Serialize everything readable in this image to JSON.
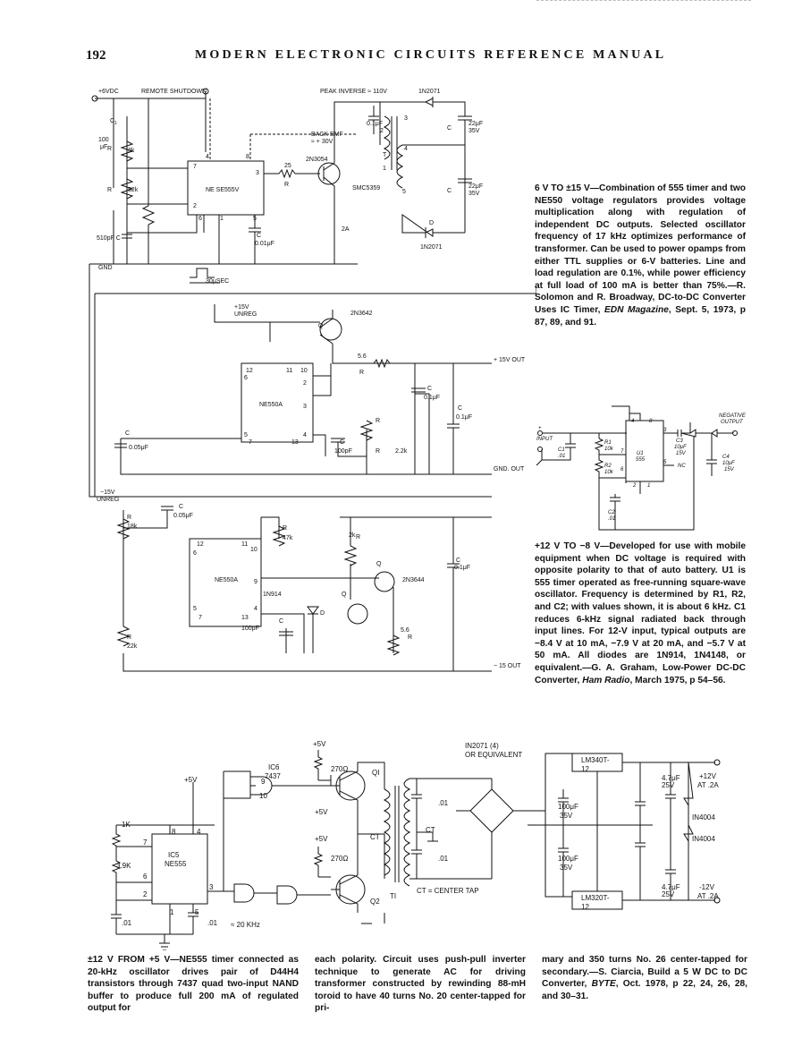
{
  "header": {
    "page_number": "192",
    "running_title": "MODERN ELECTRONIC CIRCUITS REFERENCE MANUAL"
  },
  "captions": {
    "c1": {
      "title": "6 V TO ±15 V—Combination of 555 timer and two NE550 voltage regulators provides voltage multiplication along with regulation of independent DC outputs.",
      "body": " Selected oscillator frequency of 17 kHz optimizes performance of transformer. Can be used to power opamps from either TTL supplies or 6-V batteries. Line and load regulation are 0.1%, while power efficiency at full load of 100 mA is better than 75%.—R. Solomon and R. Broadway, DC-to-DC Converter Uses IC Timer, ",
      "journal": "EDN Magazine",
      "tail": ", Sept. 5, 1973, p 87, 89, and 91."
    },
    "c2": {
      "title": "+12 V TO −8 V—Developed for use with mobile equipment when DC voltage is required with opposite polarity to that of auto battery.",
      "body": " U1 is 555 timer operated as free-running square-wave oscillator. Frequency is determined by R1, R2, and C2; with values shown, it is about 6 kHz. C1 reduces 6-kHz signal radiated back through input lines. For 12-V input, typical outputs are −8.4 V at 10 mA, −7.9 V at 20 mA, and −5.7 V at 50 mA. All diodes are 1N914, 1N4148, or equivalent.—G. A. Graham, Low-Power DC-DC Converter, ",
      "journal": "Ham Radio",
      "tail": ", March 1975, p 54–56."
    },
    "c3": {
      "col1": "±12 V FROM +5 V—NE555 timer connected as 20-kHz oscillator drives pair of D44H4 transistors through 7437 quad two-input NAND buffer to produce full 200 mA of regulated output for",
      "col2": "each polarity. Circuit uses push-pull inverter technique to generate AC for driving transformer constructed by rewinding 88-mH toroid to have 40 turns No. 20 center-tapped for pri-",
      "col3a": "mary and 350 turns No. 26 center-tapped for secondary.—S. Ciarcia, Build a 5 W DC to DC Converter, ",
      "col3j": "BYTE",
      "col3b": ", Oct. 1978, p 22, 24, 26, 28, and 30–31."
    }
  },
  "schematic1": {
    "labels": {
      "v6": "+6VDC",
      "shutdown": "REMOTE SHUTDOWN",
      "c1": "C",
      "c1sub": "1",
      "c1val1": "100",
      "c1val2": "μF",
      "r1": "R",
      "r1v": "3k",
      "r2": "R",
      "r2v": "82k",
      "c2": "510pF  C",
      "gnd": "GND",
      "ic": "NE SE555V",
      "p4": "4",
      "p8": "8",
      "p7": "7",
      "p3": "3",
      "p2": "2",
      "p6": "6",
      "p1": "1",
      "p5": "5",
      "c3": "C",
      "c3v": "0.01μF",
      "r3v": "25",
      "r3": "R",
      "q1": "2N3054",
      "backemf": "BACK EMF",
      "backemf2": "≈ + 30V",
      "peak": "PEAK INVERSE ≈ 110V",
      "d1": "1N2071",
      "c01": "0.1μF",
      "t1": "T",
      "smc": "SMC5359",
      "c4": "C",
      "c4v": "22μF",
      "c4v2": "35V",
      "c5": "C",
      "c5v": "22μF",
      "c5v2": "35V",
      "d2": "D",
      "d2v": "1N2071",
      "a2": "2A",
      "period": "30μSEC",
      "w3": "3",
      "w2": "2",
      "w1": "1",
      "w4": "4",
      "w5": "5"
    },
    "reg1": {
      "unreg": "+15V",
      "unreg2": "UNREG",
      "q2": "Q",
      "q2v": "2N3642",
      "r4v": "5.6",
      "r4": "R",
      "out": "+ 15V OUT",
      "ic": "NE550A",
      "c8": "C",
      "c8v": "0.1μF",
      "c11": "C",
      "c11v": "0.1μF",
      "c9": "C",
      "c9v": "0.05μF",
      "r5": "R",
      "c7": "C",
      "c7v": "100pF",
      "r6": "R",
      "r6v": "2.2k",
      "gndout": "GND. OUT",
      "p12": "12",
      "p11": "11",
      "p10": "10",
      "p6": "6",
      "p2": "2",
      "p3": "3",
      "p5": "5",
      "p4": "4",
      "p7": "7",
      "p13": "13"
    },
    "reg2": {
      "unreg": "−15V",
      "unreg2": "UNREG",
      "c9": "C",
      "c9v": "0.05μF",
      "r7": "R",
      "r7v": "18k",
      "r9": "R",
      "r9v": "47k",
      "r10": "R",
      "r10v": "2k",
      "ic": "NE550A",
      "q3": "Q",
      "q3v": "2N3644",
      "q4": "Q",
      "c12": "C",
      "c12v": "0.1μF",
      "d3": "D",
      "d3v": "1N914",
      "c10": "C",
      "c10v": "100pF",
      "r11": "R",
      "r11v": "5.6",
      "r8": "R",
      "r8v": "22k",
      "out": "− 15 OUT",
      "p12": "12",
      "p11": "11",
      "p10": "10",
      "p6": "6",
      "p9": "9",
      "p5": "5",
      "p4": "4",
      "p7": "7",
      "p13": "13"
    }
  },
  "schematic2": {
    "plus": "+",
    "input": "INPUT",
    "c1": "C1",
    "c1v": ".01",
    "r1": "R1",
    "r1v": "10k",
    "r2": "R2",
    "r2v": "10k",
    "u1": "U1",
    "u1v": "555",
    "c3": "C3",
    "c3v": "10μF",
    "c3v2": "15V",
    "c4": "C4",
    "c4v": "10μF",
    "c4v2": "15V",
    "nc": "NC",
    "c2": "C2",
    "c2v": ".01",
    "neg": "NEGATIVE",
    "neg2": "OUTPUT",
    "p4": "4",
    "p8": "8",
    "p3": "3",
    "p7": "7",
    "p6": "6",
    "p5": "5",
    "p2": "2",
    "p1": "1"
  },
  "schematic3": {
    "v5a": "+5V",
    "v5b": "+5V",
    "v5c": "+5V",
    "v5d": "+5V",
    "r270a": "270Ω",
    "r270b": "270Ω",
    "ic6": "IC6",
    "ic6v": "7437",
    "ic5": "IC5",
    "ic5v": "NE555",
    "r1k": "1K",
    "r39": "3.9K",
    "c01a": ".01",
    "c01b": ".01",
    "freq": "≈ 20 KHz",
    "q1": "QI",
    "q2": "Q2",
    "t1": "TI",
    "ct": "CT",
    "ct2": "CT",
    "cap01a": ".01",
    "cap01b": ".01",
    "cttap": "CT = CENTER TAP",
    "diodes": "IN2071 (4)",
    "diodes2": "OR EQUIVALENT",
    "lm340": "LM340T-",
    "lm340b": "12",
    "lm320": "LM320T-",
    "lm320b": "12",
    "c100a": "100μF",
    "c100a2": "35V",
    "c100b": "100μF",
    "c100b2": "35V",
    "c47a": "4.7μF",
    "c47a2": "25V",
    "c47b": "4.7μF",
    "c47b2": "25V",
    "d4004a": "IN4004",
    "d4004b": "IN4004",
    "out1": "+12V",
    "out1b": "AT .2A",
    "out2": "-12V",
    "out2b": "AT .2A",
    "n1": "1",
    "n2": "2",
    "n3": "3",
    "n4": "4",
    "n5": "5",
    "n6": "6",
    "n7": "7",
    "n8": "8",
    "n9": "9",
    "n10": "10"
  }
}
